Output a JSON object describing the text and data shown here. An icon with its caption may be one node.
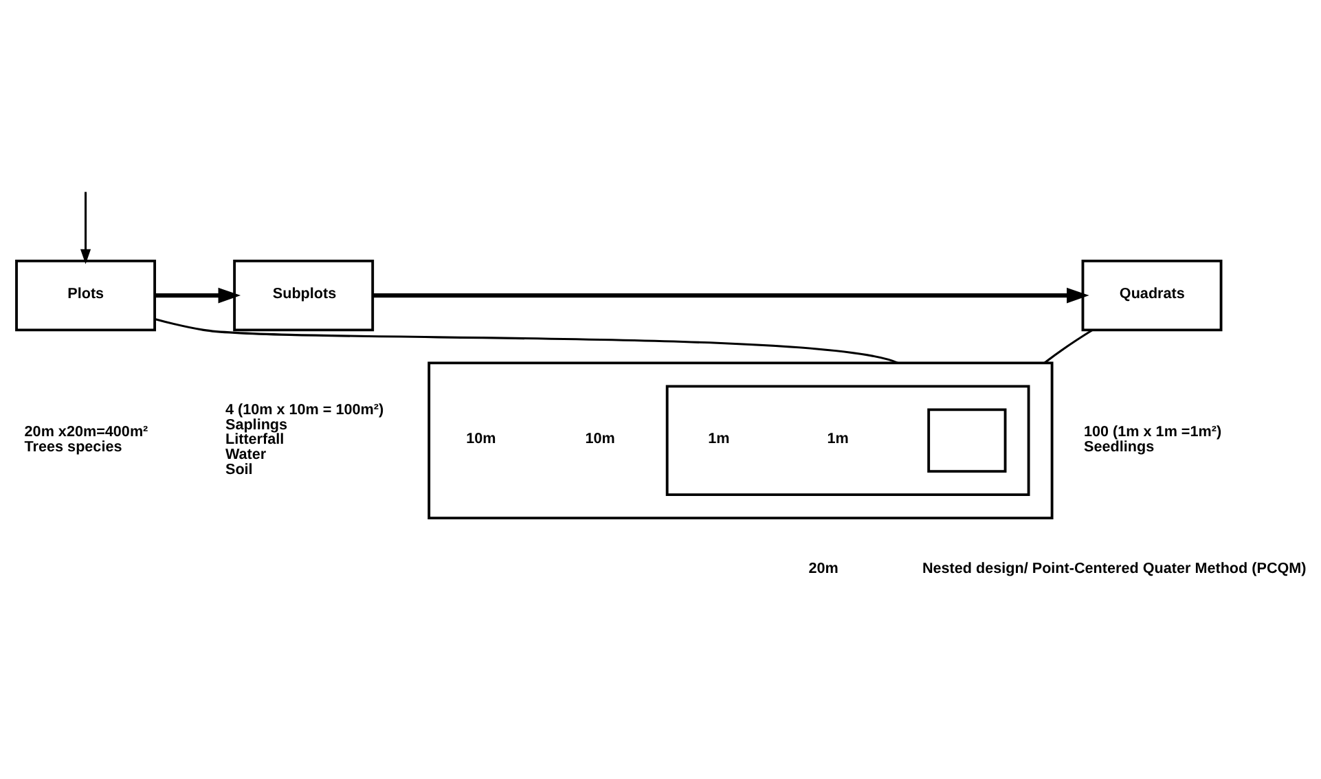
{
  "diagram": {
    "nodes": [
      {
        "text": [
          "Plots"
        ],
        "beside": [
          "20m x20m=400m²",
          "Trees species"
        ]
      },
      {
        "text": [
          "Subplots"
        ],
        "beside": [
          "4 (10m x 10m = 100m²)",
          "Saplings",
          "Litterfall",
          "Water",
          "Soil"
        ]
      },
      {
        "text": [
          "Quadrats"
        ],
        "beside": [
          "100 (1m x 1m =1m²)",
          "Seedlings"
        ]
      },
      {
        "text": [],
        "shape": "box"
      },
      {
        "text": [],
        "shape": "box",
        "in": 3
      },
      {
        "text": [],
        "shape": "box",
        "in": 4
      }
    ],
    "edges": [
      {
        "from": null,
        "to": 0,
        "arrow": "to"
      },
      {
        "from": 0,
        "to": 1,
        "arrow": "to",
        "style": "thick"
      },
      {
        "from": 1,
        "to": 2,
        "arrow": "to",
        "style": "thick"
      },
      {
        "from": 0,
        "to": 3,
        "arrow": "none"
      },
      {
        "from": 2,
        "to": 3,
        "arrow": "none"
      }
    ],
    "labels": [
      "1m",
      "10m",
      "1m",
      "10m",
      "20m",
      "Nested design/ Point-Centered Quater Method (PCQM)"
    ]
  }
}
